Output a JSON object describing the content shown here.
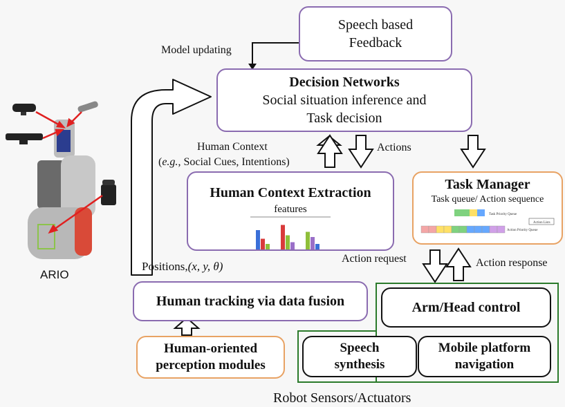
{
  "boxes": {
    "feedback": [
      "Speech based",
      "Feedback"
    ],
    "decision": {
      "title": "Decision Networks",
      "lines": [
        "Social situation inference and",
        "Task decision"
      ]
    },
    "hce": {
      "title": "Human Context Extraction",
      "features": "features"
    },
    "task_manager": {
      "title": "Task Manager",
      "subtitle": "Task queue/ Action sequence",
      "mini": {
        "priority_queue": "Task Priority Queue",
        "action_lists": "Action Lists",
        "action_priority": "Action Priority Queue"
      }
    },
    "tracking": "Human tracking via data fusion",
    "perception": [
      "Human-oriented",
      "perception modules"
    ],
    "arm": "Arm/Head control",
    "speech": [
      "Speech",
      "synthesis"
    ],
    "mobile": [
      "Mobile platform",
      "navigation"
    ]
  },
  "labels": {
    "model_updating": "Model updating",
    "human_context_1": "Human Context",
    "human_context_2_italic": "e.g.",
    "human_context_2_rest": ", Social Cues, Intentions)",
    "actions": "Actions",
    "positions": "Positions,",
    "positions_math": "(x, y, θ)",
    "action_request": "Action request",
    "action_response": "Action response",
    "robot_label": "ARIO",
    "footer": "Robot Sensors/Actuators"
  },
  "colors": {
    "purple_border": "#8a6bb0",
    "orange_border": "#e8a263",
    "green_frame": "#2a7a2a",
    "bar_colors": [
      "#3a6fd8",
      "#d93b3b",
      "#8fbf3a",
      "#9a6fc8"
    ]
  },
  "mini_chart": [
    [
      0.7,
      0.45,
      0.3
    ],
    [
      0.85,
      0.55,
      0.35
    ],
    [
      0.65,
      0.5,
      0.3
    ]
  ]
}
